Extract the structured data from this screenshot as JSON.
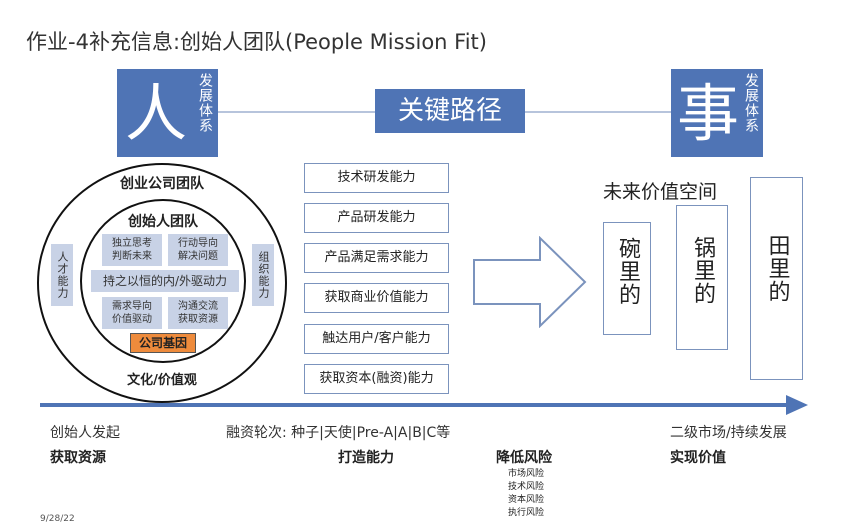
{
  "title": "作业-4补充信息:创始人团队(People Mission Fit)",
  "people": {
    "char": "人",
    "side": "发展体系"
  },
  "matter": {
    "char": "事",
    "side": "发展体系"
  },
  "key_path": "关键路径",
  "team": {
    "outer": "创业公司团队",
    "inner": "创始人团队",
    "traits": [
      "独立思考\n判断未来",
      "行动导向\n解决问题",
      "持之以恒的内/外驱动力",
      "需求导向\n价值驱动",
      "沟通交流\n获取资源"
    ],
    "gene": "公司基因",
    "culture": "文化/价值观",
    "left_side": "人才能力",
    "right_side": "组织能力"
  },
  "capabilities": [
    "技术研发能力",
    "产品研发能力",
    "产品满足需求能力",
    "获取商业价值能力",
    "触达用户/客户能力",
    "获取资本(融资)能力"
  ],
  "value_space": {
    "title": "未来价值空间",
    "items": [
      "碗里的",
      "锅里的",
      "田里的"
    ]
  },
  "timeline": {
    "start": "创始人发起",
    "funding": "融资轮次: 种子|天使|Pre-A|A|B|C等",
    "end": "二级市场/持续发展",
    "stages": [
      "获取资源",
      "打造能力",
      "降低风险",
      "实现价值"
    ],
    "risks": [
      "市场风险",
      "技术风险",
      "资本风险",
      "执行风险"
    ]
  },
  "date": "9/28/22",
  "colors": {
    "accent": "#4f74b5",
    "light": "#c8d2e6",
    "gene": "#ee8b3c"
  }
}
